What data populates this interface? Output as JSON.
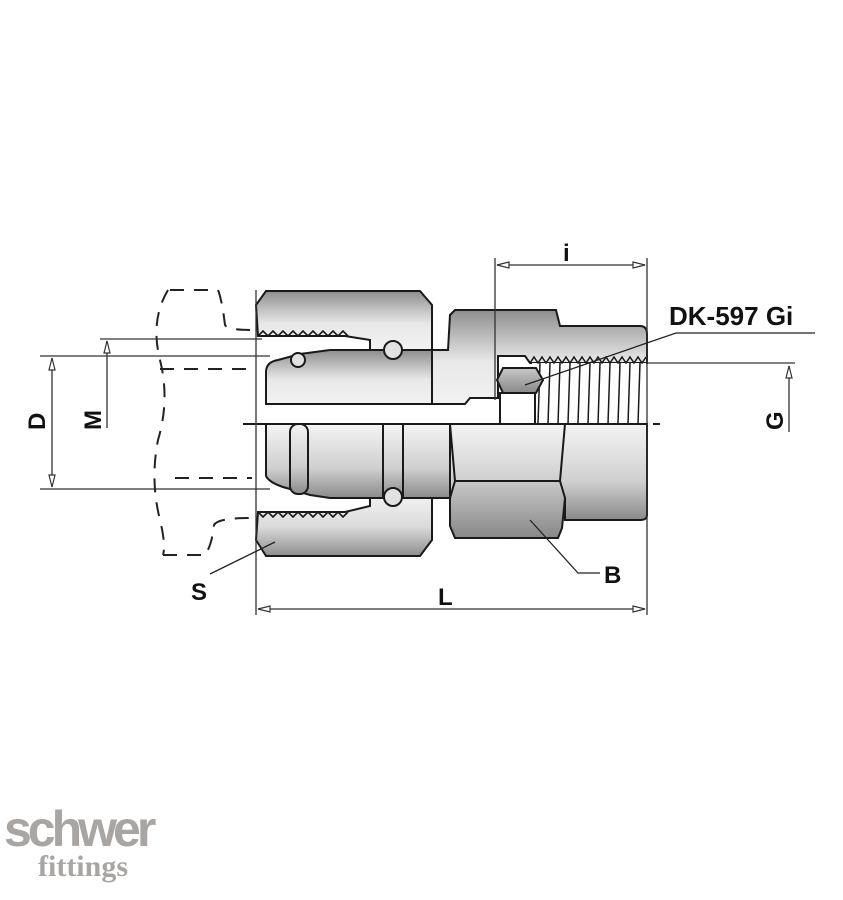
{
  "diagram": {
    "title": "DK-597 Gi",
    "dimension_labels": {
      "D": "D",
      "M": "M",
      "G": "G",
      "i": "i",
      "L": "L",
      "S": "S",
      "B": "B"
    },
    "colors": {
      "outline": "#1a1a1a",
      "body_light": "#e6e6e6",
      "body_dark": "#8c8c8c",
      "logo": "#a9a5a3"
    }
  },
  "logo": {
    "brand": "schwer",
    "sub": "fittings"
  }
}
